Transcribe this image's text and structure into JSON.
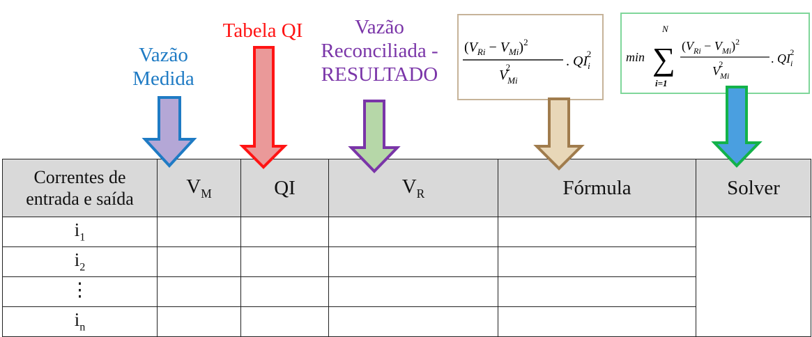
{
  "labels": {
    "vazao_medida": [
      "Vazão",
      "Medida"
    ],
    "tabela_qi": "Tabela QI",
    "vazao_reconciliada": [
      "Vazão",
      "Reconciliada -",
      "RESULTADO"
    ]
  },
  "formula_box": {
    "v_ri": "V",
    "sub_ri": "Ri",
    "v_mi": "V",
    "sub_mi": "Mi",
    "exp": "2",
    "qi": "QI",
    "qi_sub": "i",
    "sum_prefix": "min",
    "sum_upper": "N",
    "sum_lower": "i=1"
  },
  "table": {
    "headers": {
      "correntes": [
        "Correntes de",
        "entrada e saída"
      ],
      "vm_base": "V",
      "vm_sub": "M",
      "qi": "QI",
      "vr_base": "V",
      "vr_sub": "R",
      "formula": "Fórmula",
      "solver": "Solver"
    },
    "rows": [
      {
        "base": "i",
        "sub": "1"
      },
      {
        "base": "i",
        "sub": "2"
      },
      {
        "base": "⋮",
        "sub": ""
      },
      {
        "base": "i",
        "sub": "n"
      }
    ]
  },
  "colors": {
    "blue_label": "#1f7bc4",
    "red_label": "#ff1414",
    "purple_label": "#7a35a8",
    "arrow_blue_fill": "#b4a7d6",
    "arrow_blue_stroke": "#1f7bc4",
    "arrow_red_fill": "#ea9999",
    "arrow_red_stroke": "#ff1414",
    "arrow_purple_fill": "#b6d7a8",
    "arrow_purple_stroke": "#7a35a8",
    "arrow_tan_fill": "#e8d7b8",
    "arrow_tan_stroke": "#a07c4d",
    "arrow_green_fill": "#4a9fe0",
    "arrow_green_stroke": "#13b24a",
    "header_bg": "#d9d9d9"
  }
}
